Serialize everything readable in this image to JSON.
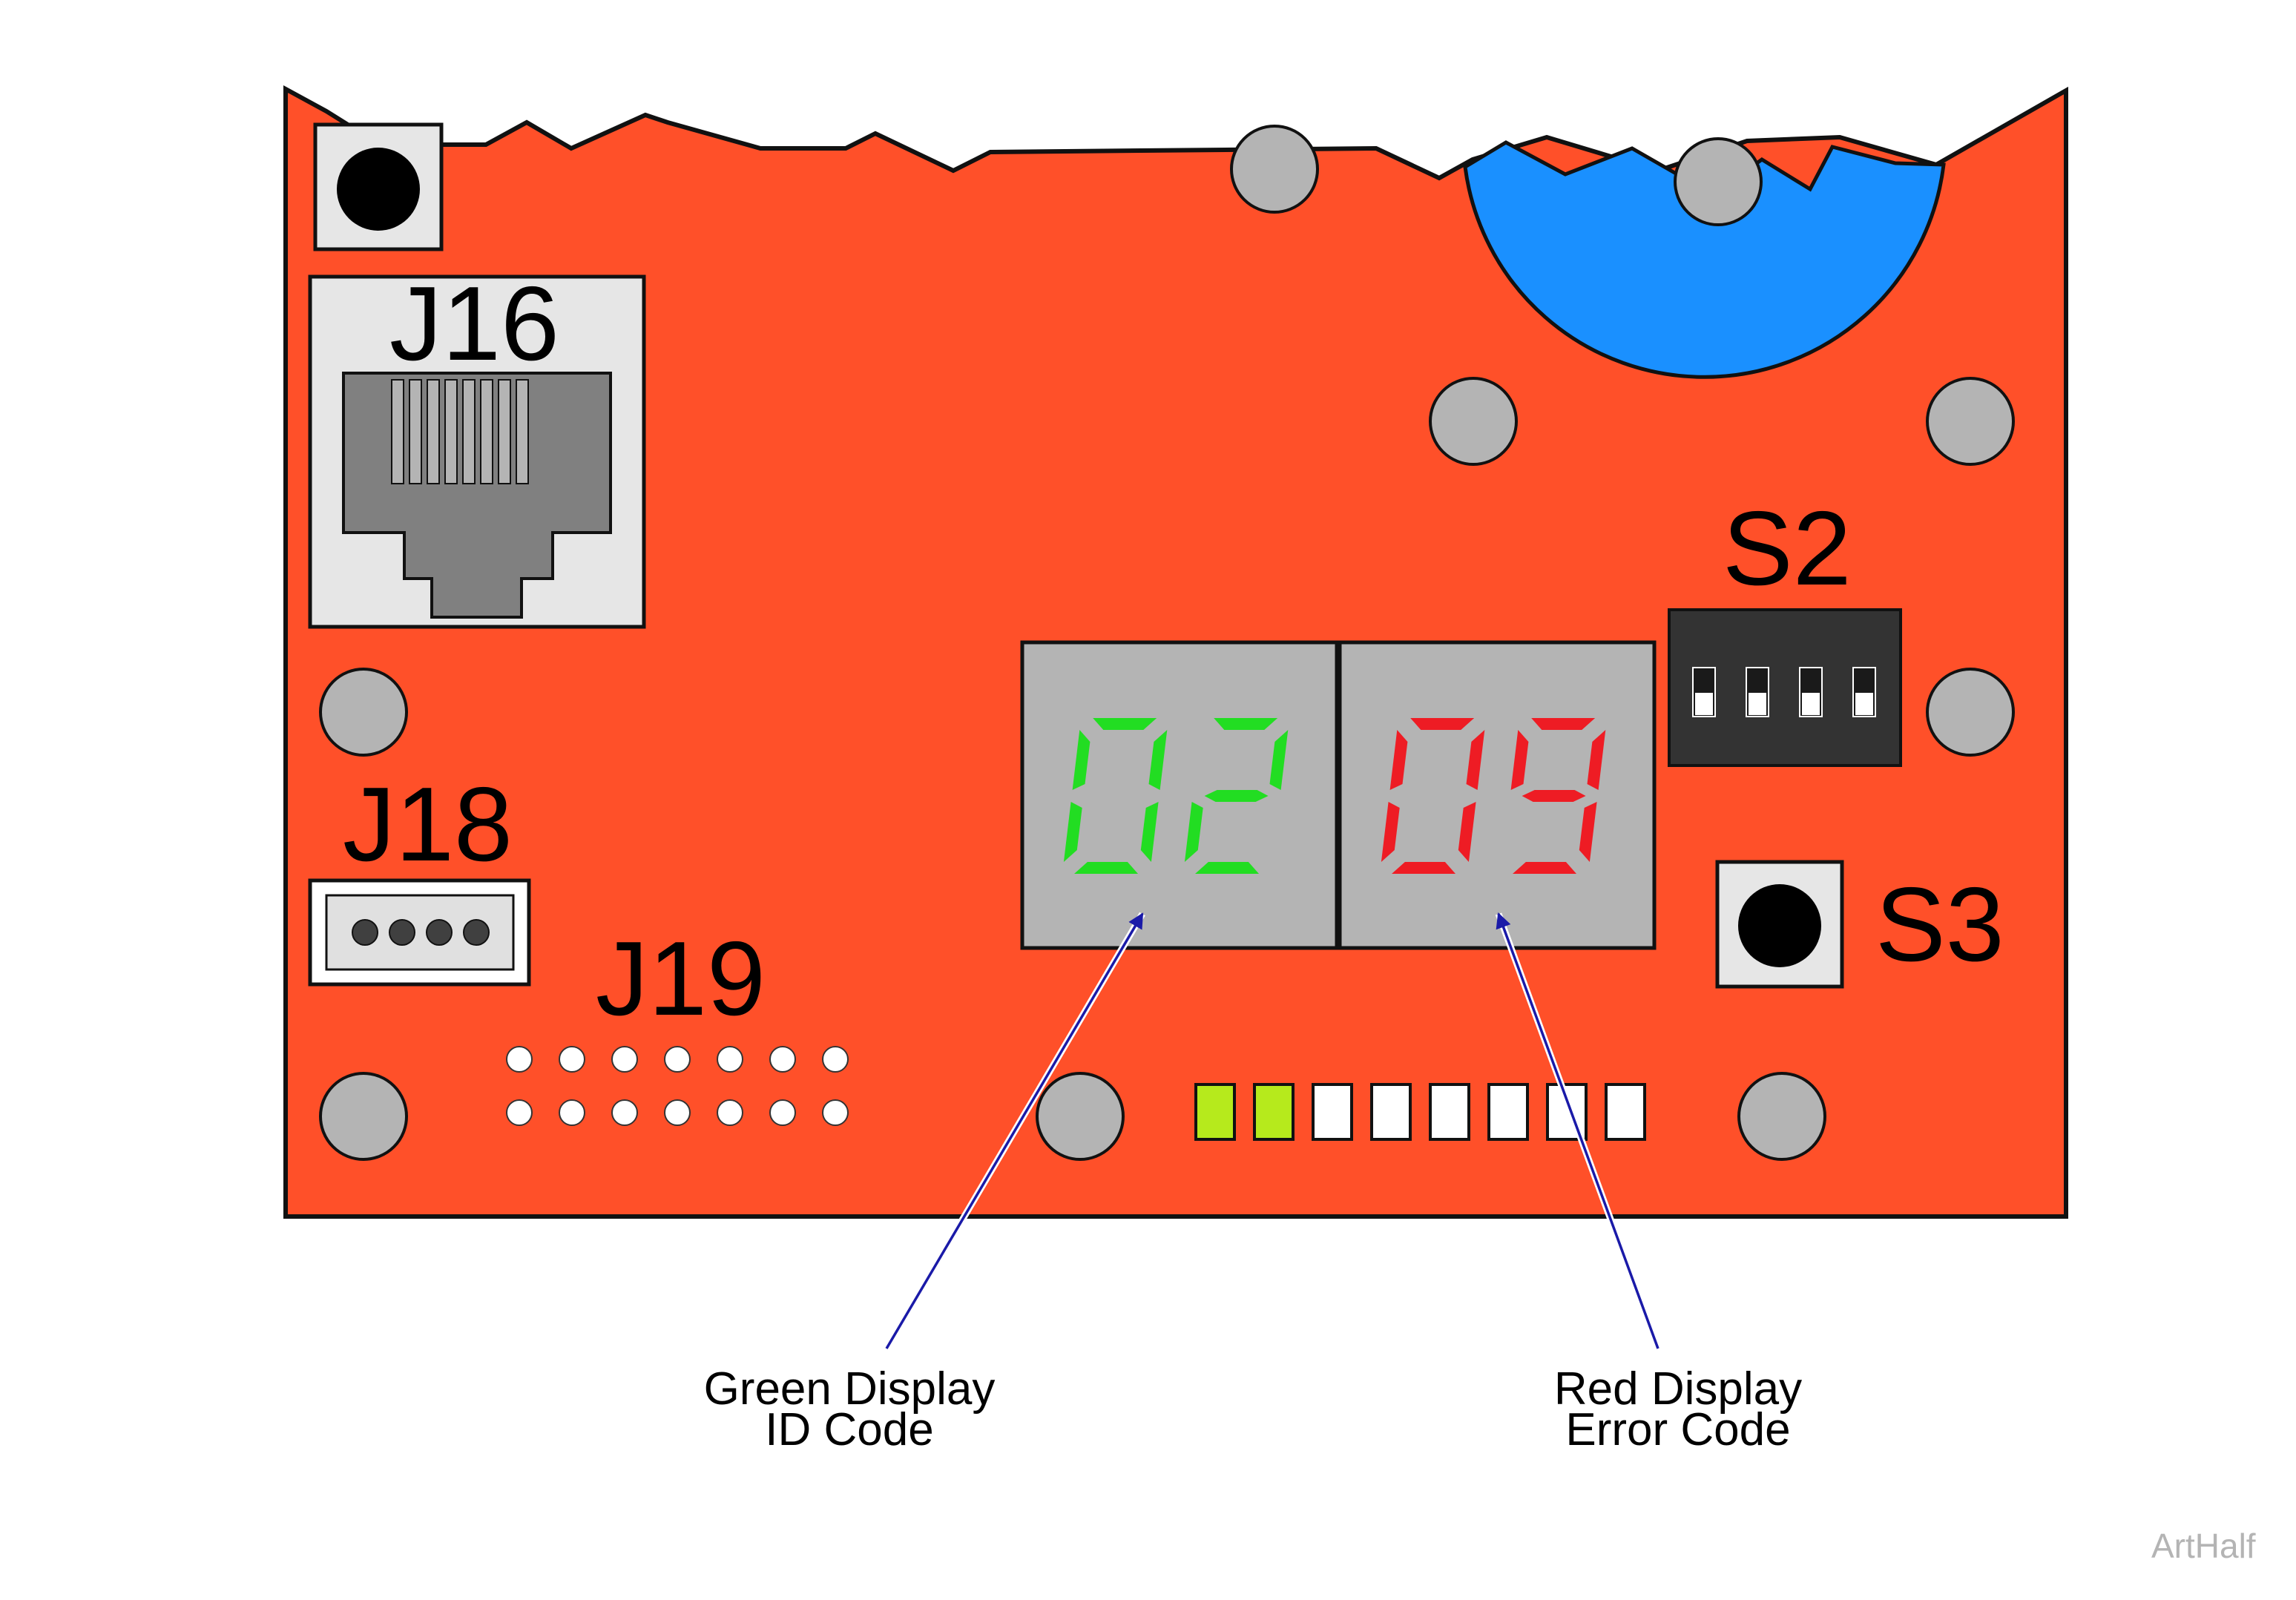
{
  "colors": {
    "board": "#ff5029",
    "outline": "#111111",
    "hole_gray": "#b4b4b4",
    "rotary_blue": "#1a90ff",
    "panel_gray": "#e6e6e6",
    "jack_gray": "#808080",
    "display_bg": "#b4b4b4",
    "green_segment": "#22dd22",
    "red_segment": "#ee1c24",
    "led_lit": "#b6ea1c",
    "led_unlit": "#ffffff",
    "switch_body": "#333333",
    "arrow_blue": "#1a1aa8"
  },
  "labels": {
    "j16": "J16",
    "j18": "J18",
    "j19": "J19",
    "s2": "S2",
    "s3": "S3"
  },
  "displays": {
    "green": {
      "digits": "02",
      "color": "green"
    },
    "red": {
      "digits": "09",
      "color": "red"
    }
  },
  "leds": {
    "count": 8,
    "lit": 2
  },
  "dip_switch": {
    "positions": 4
  },
  "callouts": {
    "green": {
      "line1": "Green Display",
      "line2": "ID Code"
    },
    "red": {
      "line1": "Red Display",
      "line2": "Error Code"
    }
  },
  "watermark": "ArtHalf"
}
